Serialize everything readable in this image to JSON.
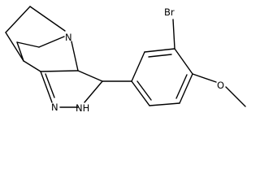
{
  "molecule": {
    "atom_labels": {
      "bromine": "Br",
      "oxygen": "O",
      "bridgehead_nitrogen": "N",
      "imine_nitrogen": "N",
      "amine_nitrogen": "NH"
    }
  }
}
